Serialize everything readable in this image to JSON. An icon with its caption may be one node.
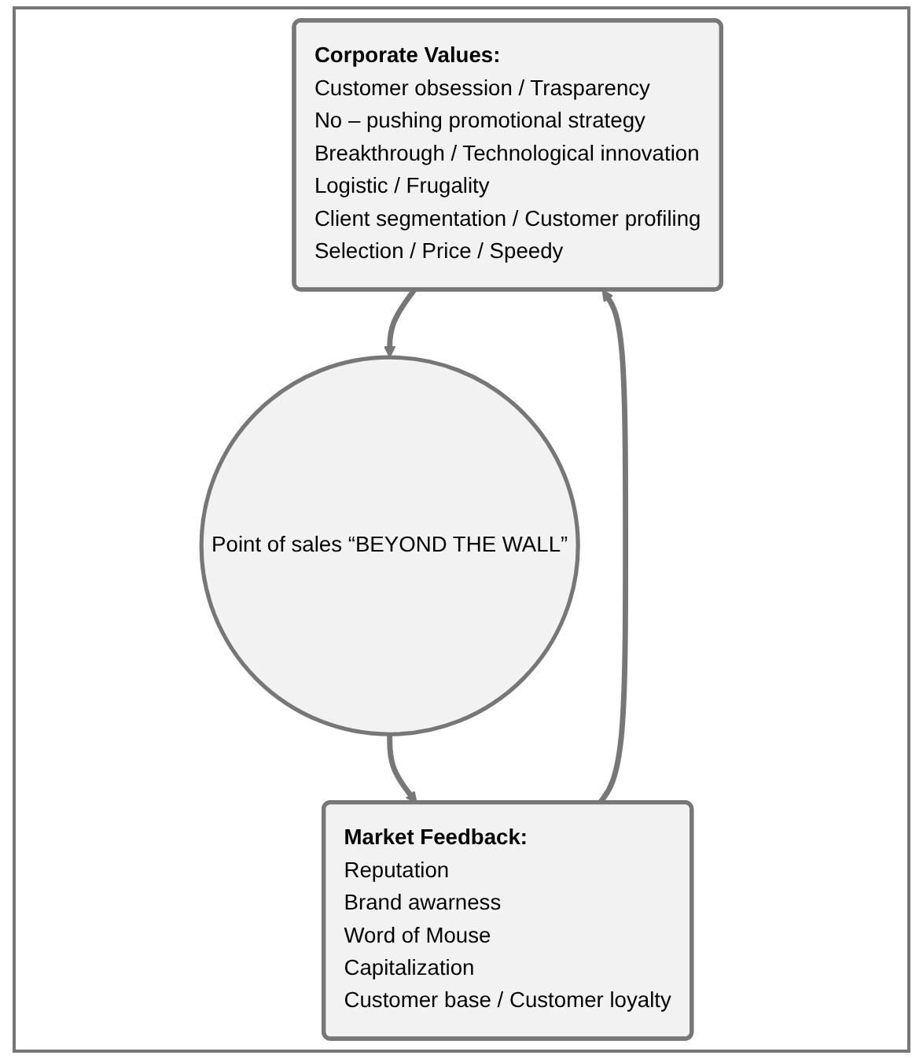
{
  "diagram": {
    "nodes": [
      {
        "text": [
          "Corporate Values:",
          "Customer obsession / Trasparency",
          "No – pushing promotional strategy",
          "Breakthrough / Technological innovation",
          "Logistic / Frugality",
          "Client segmentation / Customer profiling",
          "Selection / Price / Speedy"
        ]
      },
      {
        "text": [
          "Point of sales “BEYOND THE WALL”"
        ]
      },
      {
        "text": [
          "Market Feedback:",
          "Reputation",
          "Brand awarness",
          "Word of Mouse",
          "Capitalization",
          "Customer base / Customer loyalty"
        ]
      }
    ],
    "edges": [
      {
        "from": 0,
        "to": 1,
        "arrow": "to"
      },
      {
        "from": 1,
        "to": 2,
        "arrow": "to"
      },
      {
        "from": 2,
        "to": 0,
        "arrow": "to"
      }
    ]
  }
}
